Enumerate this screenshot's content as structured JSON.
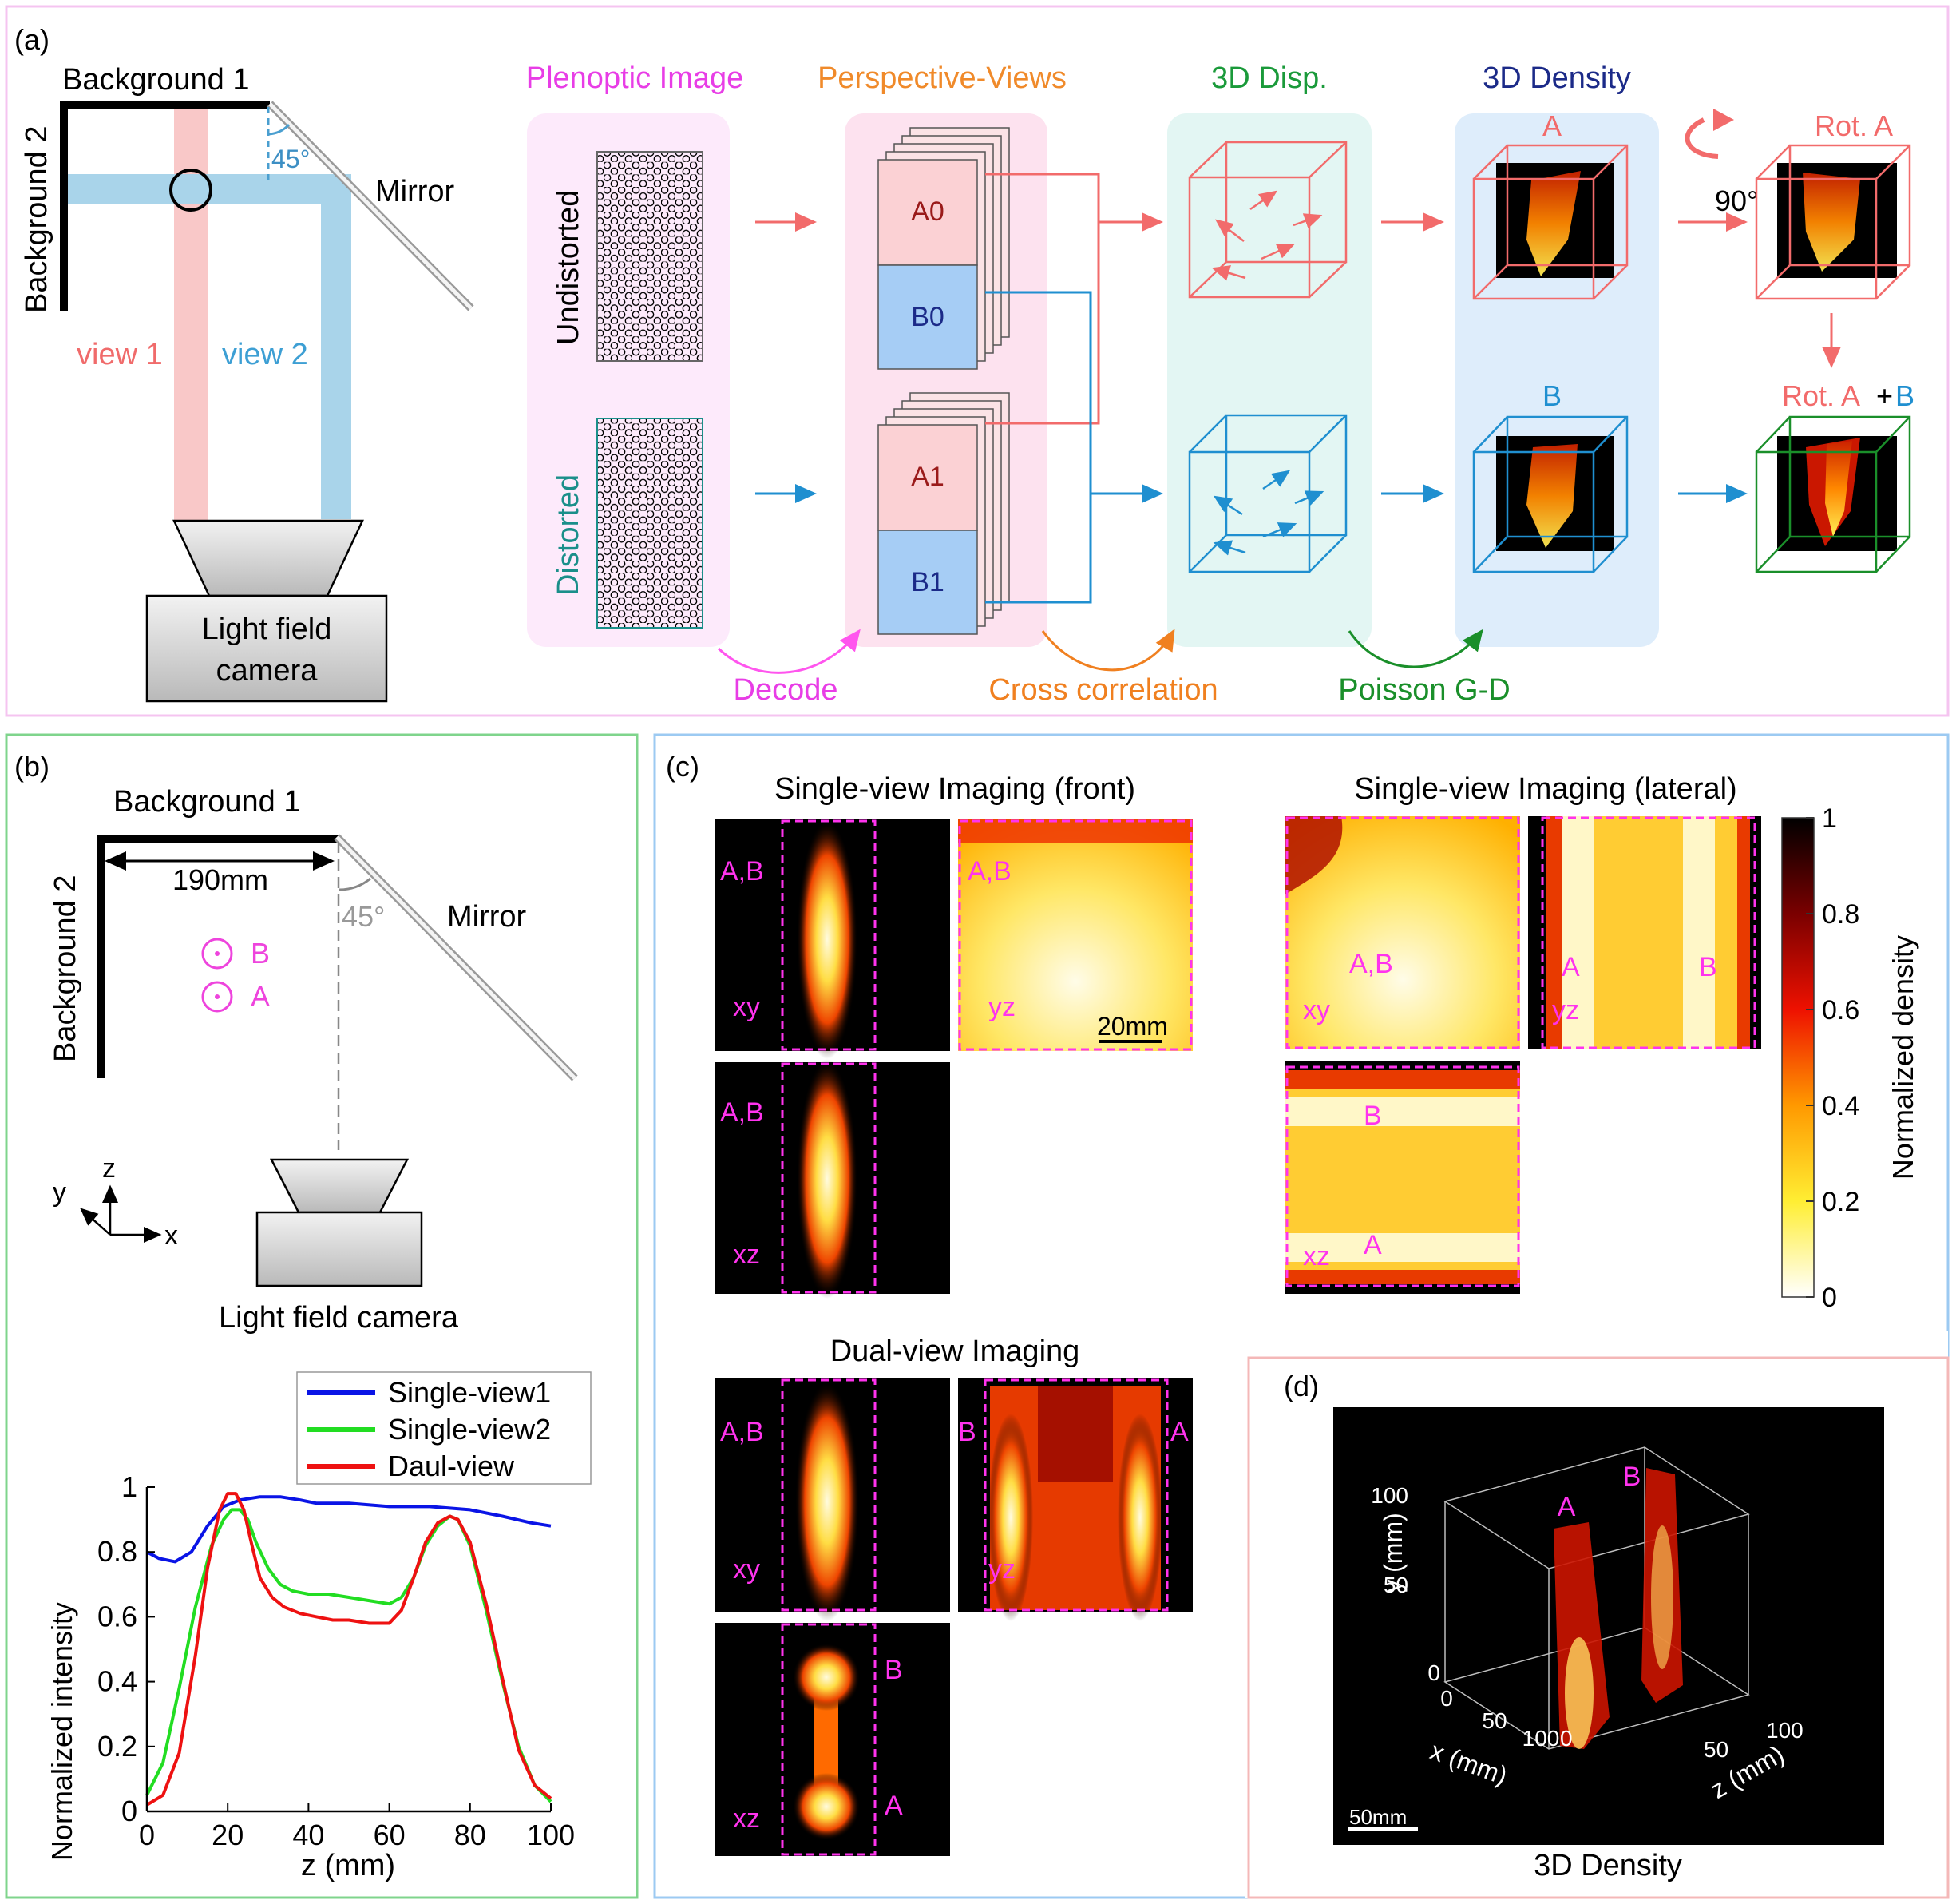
{
  "panel_a": {
    "tag": "(a)",
    "bg1": "Background 1",
    "bg2": "Background 2",
    "angle": "45°",
    "mirror": "Mirror",
    "view1": "view 1",
    "view2": "view 2",
    "camera_l1": "Light field",
    "camera_l2": "camera",
    "stages": [
      "Plenoptic Image",
      "Perspective-Views",
      "3D Disp.",
      "3D Density"
    ],
    "row_undistorted": "Undistorted",
    "row_distorted": "Distorted",
    "views": [
      "A0",
      "B0",
      "A1",
      "B1"
    ],
    "rot_a": "Rot. A",
    "rot_angle": "90°",
    "rot_ab_a": "Rot. A",
    "rot_ab_plus": "+",
    "rot_ab_b": "B",
    "label_a": "A",
    "label_b": "B",
    "steps": [
      "Decode",
      "Cross correlation",
      "Poisson G-D"
    ]
  },
  "panel_b": {
    "tag": "(b)",
    "bg1": "Background 1",
    "bg2": "Background 2",
    "distance": "190mm",
    "angle": "45°",
    "mirror": "Mirror",
    "point_b": "B",
    "point_a": "A",
    "axis_z": "z",
    "axis_y": "y",
    "axis_x": "x",
    "camera": "Light field camera"
  },
  "panel_c": {
    "tag": "(c)",
    "title_front": "Single-view Imaging (front)",
    "title_lateral": "Single-view Imaging (lateral)",
    "title_dual": "Dual-view Imaging",
    "lbl_ab": "A,B",
    "lbl_a": "A",
    "lbl_b": "B",
    "lbl_xy": "xy",
    "lbl_yz": "yz",
    "lbl_xz": "xz",
    "scalebar": "20mm",
    "colorbar_label": "Normalized density",
    "colorbar_ticks": [
      "1",
      "0.8",
      "0.6",
      "0.4",
      "0.2",
      "0"
    ]
  },
  "panel_d": {
    "tag": "(d)",
    "caption": "3D Density",
    "label_a": "A",
    "label_b": "B",
    "ylabel": "y (mm)",
    "xlabel": "x (mm)",
    "zlabel": "z (mm)",
    "y_ticks": [
      "100",
      "50",
      "0"
    ],
    "x_ticks": [
      "0",
      "50",
      "100"
    ],
    "z_ticks": [
      "0",
      "50",
      "100"
    ],
    "scalebar": "50mm"
  },
  "chart_data": {
    "type": "line",
    "xlabel": "z (mm)",
    "ylabel": "Normalized intensity",
    "xlim": [
      0,
      100
    ],
    "ylim": [
      0,
      1
    ],
    "x_ticks": [
      0,
      20,
      40,
      60,
      80,
      100
    ],
    "y_ticks": [
      0,
      0.2,
      0.4,
      0.6,
      0.8,
      1
    ],
    "legend": "top-right",
    "series": [
      {
        "name": "Single-view1",
        "color": "#0a14e6",
        "x": [
          0,
          3,
          7,
          11,
          15,
          19,
          23,
          28,
          33,
          38,
          42,
          50,
          60,
          70,
          80,
          88,
          95,
          100
        ],
        "y": [
          0.8,
          0.78,
          0.77,
          0.8,
          0.88,
          0.94,
          0.96,
          0.97,
          0.97,
          0.96,
          0.95,
          0.95,
          0.94,
          0.94,
          0.93,
          0.91,
          0.89,
          0.88
        ]
      },
      {
        "name": "Single-view2",
        "color": "#22dd22",
        "x": [
          0,
          4,
          8,
          12,
          16,
          19,
          21,
          23,
          25,
          27,
          30,
          33,
          36,
          40,
          45,
          50,
          55,
          60,
          63,
          66,
          69,
          72,
          75,
          77,
          80,
          84,
          88,
          92,
          96,
          100
        ],
        "y": [
          0.05,
          0.15,
          0.38,
          0.63,
          0.82,
          0.9,
          0.93,
          0.93,
          0.9,
          0.83,
          0.75,
          0.7,
          0.68,
          0.67,
          0.67,
          0.66,
          0.65,
          0.64,
          0.66,
          0.72,
          0.82,
          0.88,
          0.91,
          0.9,
          0.82,
          0.62,
          0.4,
          0.2,
          0.08,
          0.03
        ]
      },
      {
        "name": "Daul-view",
        "color": "#ee1111",
        "x": [
          0,
          4,
          8,
          12,
          15,
          18,
          20,
          22,
          24,
          26,
          28,
          31,
          34,
          38,
          42,
          46,
          50,
          55,
          60,
          63,
          66,
          69,
          72,
          75,
          77,
          80,
          84,
          88,
          92,
          96,
          100
        ],
        "y": [
          0.02,
          0.05,
          0.18,
          0.48,
          0.75,
          0.93,
          0.98,
          0.98,
          0.93,
          0.82,
          0.72,
          0.66,
          0.63,
          0.61,
          0.6,
          0.59,
          0.59,
          0.58,
          0.58,
          0.62,
          0.72,
          0.83,
          0.89,
          0.91,
          0.9,
          0.83,
          0.64,
          0.41,
          0.19,
          0.08,
          0.04
        ]
      }
    ]
  }
}
